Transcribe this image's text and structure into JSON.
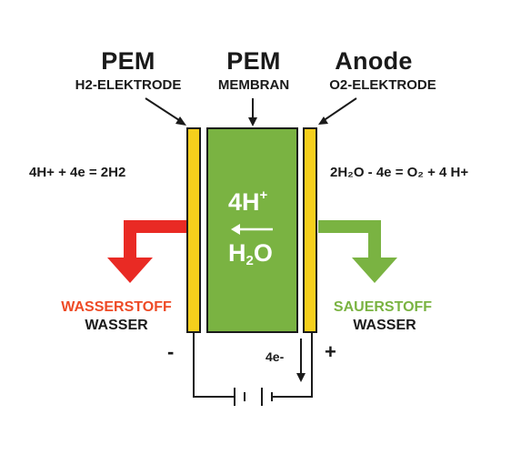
{
  "headers": {
    "left": {
      "title": "PEM",
      "subtitle": "H2-ELEKTRODE"
    },
    "middle": {
      "title": "PEM",
      "subtitle": "MEMBRAN"
    },
    "right": {
      "title": "Anode",
      "subtitle": "O2-ELEKTRODE"
    }
  },
  "equations": {
    "left": "4H+ + 4e = 2H2",
    "right": "2H₂O - 4e = O₂ + 4 H+"
  },
  "membrane": {
    "ion_base": "4H",
    "ion_sup": "+",
    "water_h": "H",
    "water_sub": "2",
    "water_o": "O"
  },
  "outputs": {
    "left": {
      "gas": "WASSERSTOFF",
      "liquid": "WASSER"
    },
    "right": {
      "gas": "SAUERSTOFF",
      "liquid": "WASSER"
    }
  },
  "circuit": {
    "minus": "-",
    "plus": "+",
    "electrons": "4e-"
  },
  "colors": {
    "membrane": "#7ab342",
    "electrode": "#f5cf1c",
    "hydrogen_arrow": "#e92a24",
    "oxygen_arrow": "#7ab342",
    "hydrogen_text": "#ee4b26",
    "oxygen_text": "#7ab342",
    "outline": "#1a1a1a"
  }
}
